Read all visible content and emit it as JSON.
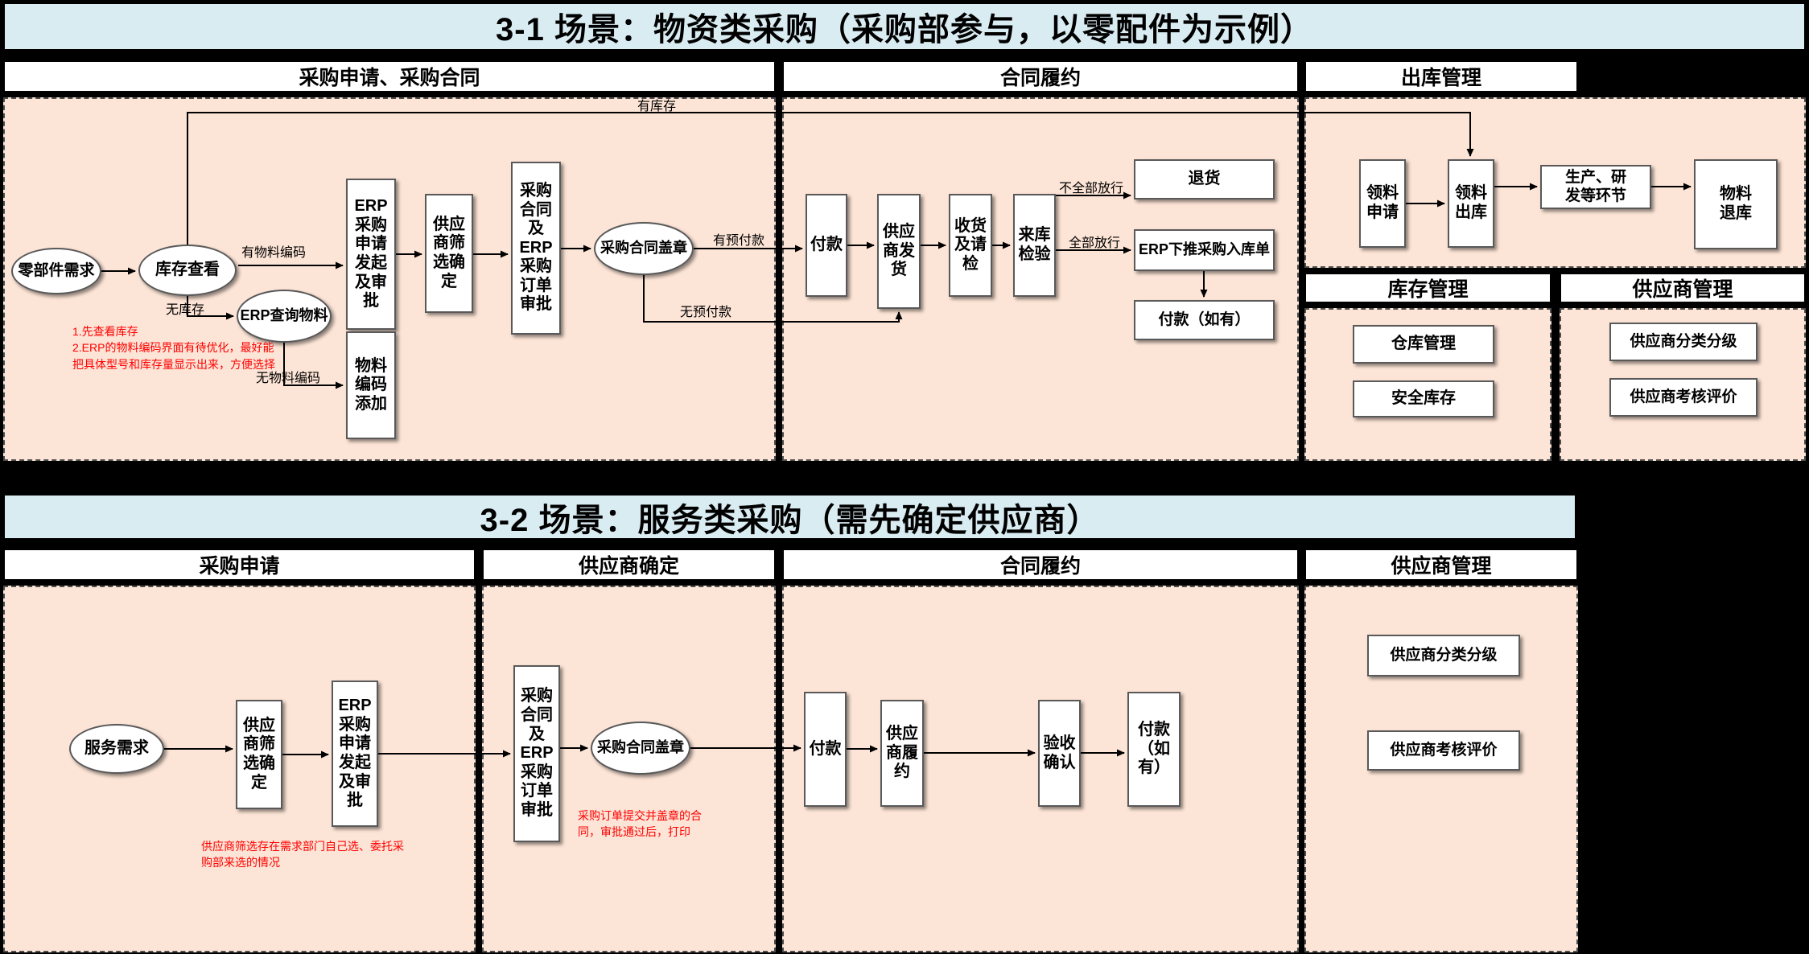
{
  "colors": {
    "background": "#000000",
    "title_bar": "#d9ecf2",
    "lane_panel": "#fce4d6",
    "node_fill": "#ffffff",
    "note_text": "#ff0000"
  },
  "s1": {
    "title": "3-1 场景：物资类采购（采购部参与，以零配件为示例）",
    "lanes": {
      "l1": "采购申请、采购合同",
      "l2": "合同履约",
      "l3": "出库管理",
      "l4": "库存管理",
      "l5": "供应商管理"
    },
    "nodes": {
      "part_demand": "零部件需求",
      "stock_check": "库存查看",
      "erp_query": "ERP查询物料",
      "erp_pr": "ERP采购申请发起及审批",
      "material_code": "物料编码添加",
      "supplier_select": "供应商筛选确定",
      "contract_approval": "采购合同及ERP采购订单审批",
      "contract_seal": "采购合同盖章",
      "payment": "付款",
      "supplier_ship": "供应商发货",
      "receive_inspect": "收货及请检",
      "incoming_inspect": "来库检验",
      "return_goods": "退货",
      "erp_inbound": "ERP下推采购入库单",
      "payment_optional": "付款（如有）",
      "pick_request": "领料申请",
      "pick_outbound": "领料出库",
      "production": "生产、研\n发等环节",
      "material_return": "物料\n退库",
      "warehouse_mgmt": "仓库管理",
      "safety_stock": "安全库存",
      "supplier_grading": "供应商分类分级",
      "supplier_eval": "供应商考核评价"
    },
    "labels": {
      "has_code": "有物料编码",
      "no_stock": "无库存",
      "no_code": "无物料编码",
      "has_stock": "有库存",
      "has_prepay": "有预付款",
      "no_prepay": "无预付款",
      "partial_release": "不全部放行",
      "full_release": "全部放行"
    },
    "notes": {
      "stock_note": "1.先查看库存\n2.ERP的物料编码界面有待优化，最好能\n把具体型号和库存量显示出来，方便选择"
    }
  },
  "s2": {
    "title": "3-2 场景：服务类采购（需先确定供应商）",
    "lanes": {
      "l1": "采购申请",
      "l2": "供应商确定",
      "l3": "合同履约",
      "l4": "供应商管理"
    },
    "nodes": {
      "service_demand": "服务需求",
      "supplier_select": "供应商筛选确定",
      "erp_pr": "ERP采购申请发起及审批",
      "contract_approval": "采购合同及ERP采购订单审批",
      "contract_seal": "采购合同盖章",
      "payment": "付款",
      "supplier_perform": "供应商履约",
      "accept_confirm": "验收确认",
      "payment_optional": "付款\n（如\n有）",
      "supplier_grading": "供应商分类分级",
      "supplier_eval": "供应商考核评价"
    },
    "notes": {
      "select_note": "供应商筛选存在需求部门自己选、委托采\n购部来选的情况",
      "seal_note": "采购订单提交并盖章的合\n同，审批通过后，打印"
    }
  }
}
